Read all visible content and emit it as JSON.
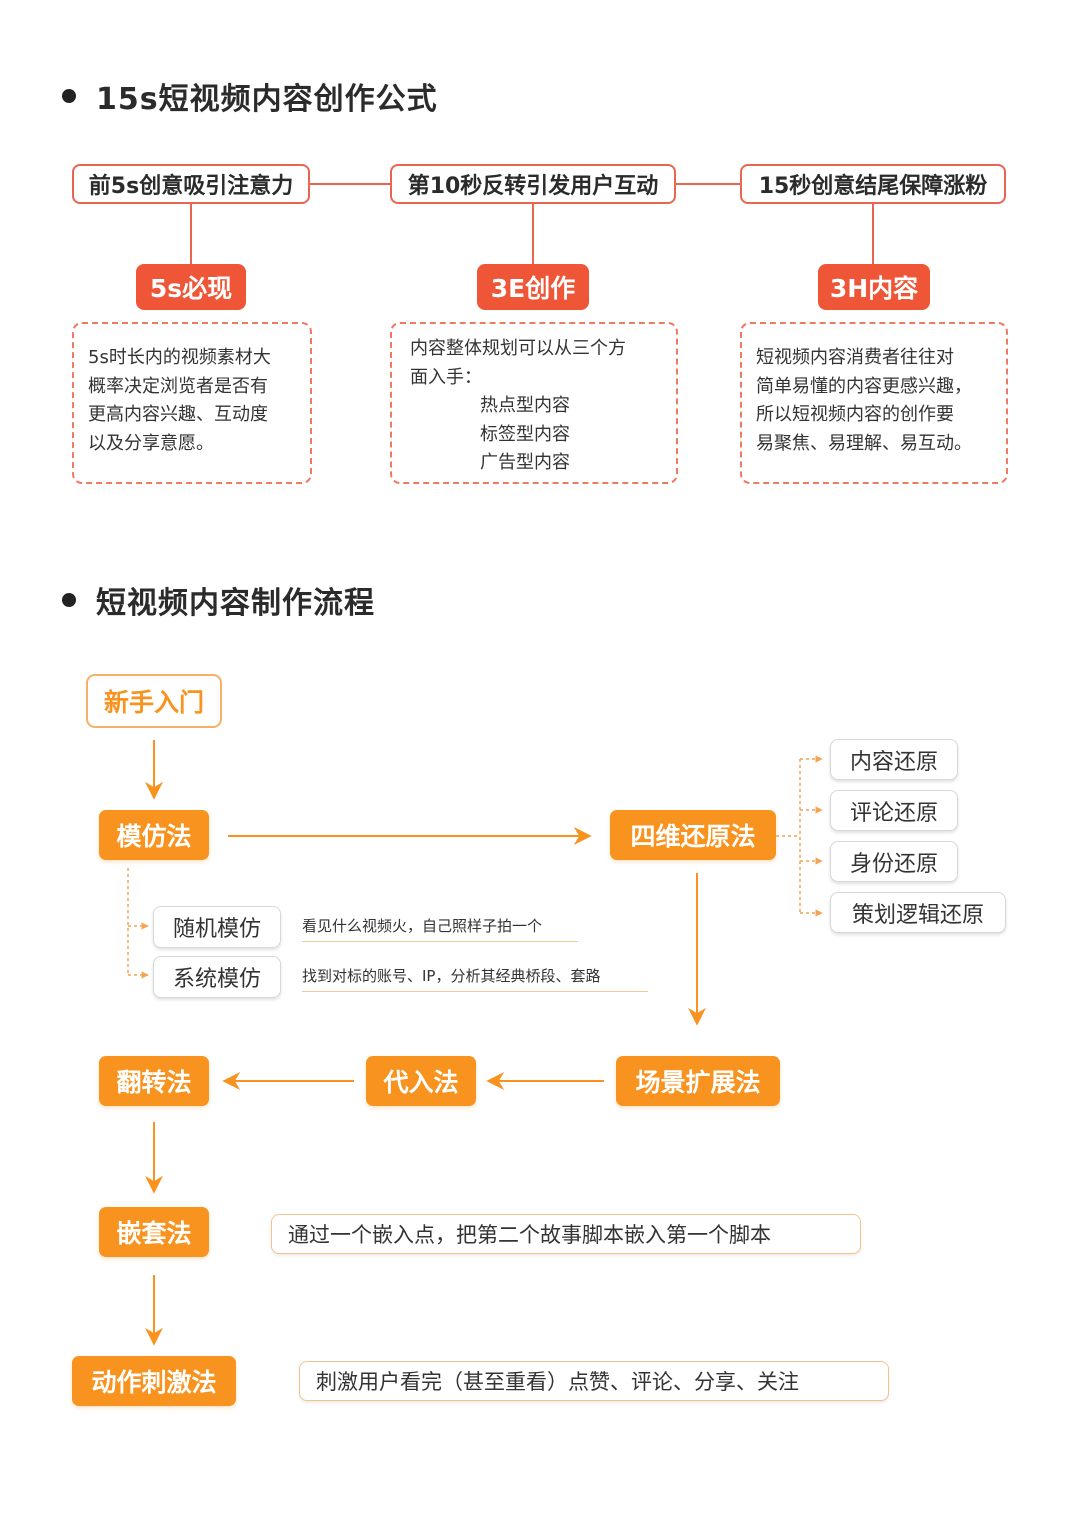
{
  "section1": {
    "title": "15s短视频内容创作公式",
    "columns": [
      {
        "header": "前5s创意吸引注意力",
        "tag": "5s必现",
        "lines": [
          "5s时长内的视频素材大",
          "概率决定浏览者是否有",
          "更高内容兴趣、互动度",
          "以及分享意愿。"
        ]
      },
      {
        "header": "第10秒反转引发用户互动",
        "tag": "3E创作",
        "lines": [
          "内容整体规划可以从三个方",
          "面入手：",
          "热点型内容",
          "标签型内容",
          "广告型内容"
        ]
      },
      {
        "header": "15秒创意结尾保障涨粉",
        "tag": "3H内容",
        "lines": [
          "短视频内容消费者往往对",
          "简单易懂的内容更感兴趣，",
          "所以短视频内容的创作要",
          "易聚焦、易理解、易互动。"
        ]
      }
    ]
  },
  "section2": {
    "title": "短视频内容制作流程",
    "start": "新手入门",
    "imitation": {
      "label": "模仿法",
      "subs": [
        {
          "label": "随机模仿",
          "note": "看见什么视频火，自己照样子拍一个"
        },
        {
          "label": "系统模仿",
          "note": "找到对标的账号、IP，分析其经典桥段、套路"
        }
      ]
    },
    "restore": {
      "label": "四维还原法",
      "subs": [
        "内容还原",
        "评论还原",
        "身份还原",
        "策划逻辑还原"
      ]
    },
    "scene": "场景扩展法",
    "substitute": "代入法",
    "flip": "翻转法",
    "nested": {
      "label": "嵌套法",
      "note": "通过一个嵌入点，把第二个故事脚本嵌入第一个脚本"
    },
    "action": {
      "label": "动作刺激法",
      "note": "刺激用户看完（甚至重看）点赞、评论、分享、关注"
    }
  },
  "colors": {
    "red_accent": "#ee5637",
    "orange_accent": "#f7931e",
    "outline_red": "#e8654f"
  }
}
